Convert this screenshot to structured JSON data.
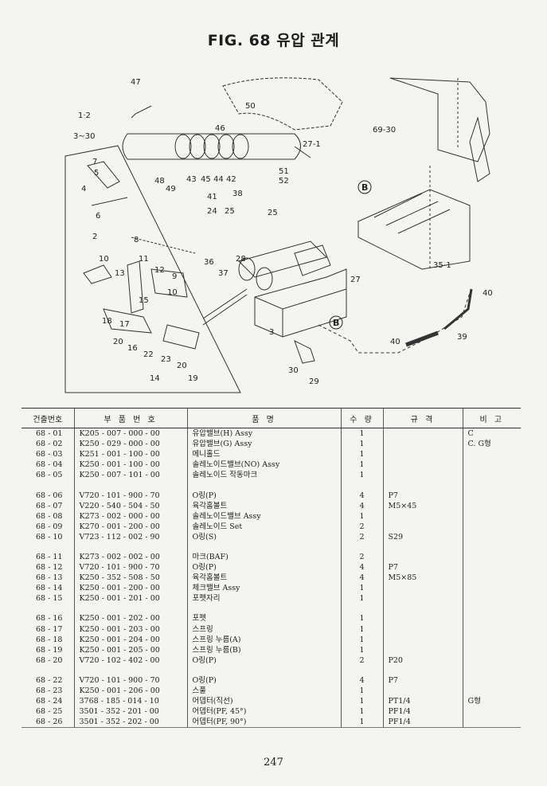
{
  "figure": {
    "title": "FIG. 68 유압 관계"
  },
  "callouts": {
    "c47": "47",
    "c12": "1·2",
    "c330": "3~30",
    "c50": "50",
    "c46": "46",
    "c6930": "69-30",
    "c271": "27-1",
    "c48": "48",
    "c49": "49",
    "c43": "43",
    "c45": "45",
    "c44": "44",
    "c42": "42",
    "c51": "51",
    "c52": "52",
    "c41": "41",
    "c38": "38",
    "c24": "24",
    "c25a": "25",
    "c25b": "25",
    "c36": "36",
    "c28": "28",
    "c37": "37",
    "c27": "27",
    "c351": "35-1",
    "c40a": "40",
    "c40b": "40",
    "c39": "39",
    "c3": "3",
    "c30": "30",
    "c29": "29",
    "cB1": "B",
    "cB2": "B",
    "c7": "7",
    "c5": "5",
    "c4": "4",
    "c6": "6",
    "c8": "8",
    "c10": "10",
    "c11": "11",
    "c13": "13",
    "c12b": "12",
    "c9": "9",
    "c15": "15",
    "c10b": "10",
    "c18": "18",
    "c17": "17",
    "c20": "20",
    "c16": "16",
    "c22": "22",
    "c23": "23",
    "c20b": "20",
    "c14": "14",
    "c19": "19",
    "c2": "2"
  },
  "table": {
    "headers": {
      "no": "건출번호",
      "part_no": "부 품 번 호",
      "name": "품 명",
      "qty": "수 량",
      "spec": "규 격",
      "remark": "비 고"
    },
    "groups": [
      [
        {
          "no": "68 - 01",
          "part": "K205 - 007 - 000 - 00",
          "name": "유압밸브(H) Assy",
          "qty": "1",
          "spec": "",
          "remark": "C"
        },
        {
          "no": "68 - 02",
          "part": "K250 - 029 - 000 - 00",
          "name": "유압밸브(G) Assy",
          "qty": "1",
          "spec": "",
          "remark": "C. G형"
        },
        {
          "no": "68 - 03",
          "part": "K251 - 001 - 100 - 00",
          "name": "메니홀드",
          "qty": "1",
          "spec": "",
          "remark": ""
        },
        {
          "no": "68 - 04",
          "part": "K250 - 001 - 100 - 00",
          "name": "솔레노이드밸브(NO) Assy",
          "qty": "1",
          "spec": "",
          "remark": ""
        },
        {
          "no": "68 - 05",
          "part": "K250 - 007 - 101 - 00",
          "name": "솔레노이드 작동마크",
          "qty": "1",
          "spec": "",
          "remark": ""
        }
      ],
      [
        {
          "no": "68 - 06",
          "part": "V720 - 101 - 900 - 70",
          "name": "O링(P)",
          "qty": "4",
          "spec": "P7",
          "remark": ""
        },
        {
          "no": "68 - 07",
          "part": "V220 - 540 - 504 - 50",
          "name": "육각홈볼트",
          "qty": "4",
          "spec": "M5×45",
          "remark": ""
        },
        {
          "no": "68 - 08",
          "part": "K273 - 002 - 000 - 00",
          "name": "솔레노이드밸브 Assy",
          "qty": "1",
          "spec": "",
          "remark": ""
        },
        {
          "no": "68 - 09",
          "part": "K270 - 001 - 200 - 00",
          "name": "솔레노이드 Set",
          "qty": "2",
          "spec": "",
          "remark": ""
        },
        {
          "no": "68 - 10",
          "part": "V723 - 112 - 002 - 90",
          "name": "O링(S)",
          "qty": "2",
          "spec": "S29",
          "remark": ""
        }
      ],
      [
        {
          "no": "68 - 11",
          "part": "K273 - 002 - 002 - 00",
          "name": "마크(BAF)",
          "qty": "2",
          "spec": "",
          "remark": ""
        },
        {
          "no": "68 - 12",
          "part": "V720 - 101 - 900 - 70",
          "name": "O링(P)",
          "qty": "4",
          "spec": "P7",
          "remark": ""
        },
        {
          "no": "68 - 13",
          "part": "K250 - 352 - 508 - 50",
          "name": "육각홈볼트",
          "qty": "4",
          "spec": "M5×85",
          "remark": ""
        },
        {
          "no": "68 - 14",
          "part": "K250 - 001 - 200 - 00",
          "name": "체크밸브 Assy",
          "qty": "1",
          "spec": "",
          "remark": ""
        },
        {
          "no": "68 - 15",
          "part": "K250 - 001 - 201 - 00",
          "name": "포펫자리",
          "qty": "1",
          "spec": "",
          "remark": ""
        }
      ],
      [
        {
          "no": "68 - 16",
          "part": "K250 - 001 - 202 - 00",
          "name": "포펫",
          "qty": "1",
          "spec": "",
          "remark": ""
        },
        {
          "no": "68 - 17",
          "part": "K250 - 001 - 203 - 00",
          "name": "스프링",
          "qty": "1",
          "spec": "",
          "remark": ""
        },
        {
          "no": "68 - 18",
          "part": "K250 - 001 - 204 - 00",
          "name": "스프링 누름(A)",
          "qty": "1",
          "spec": "",
          "remark": ""
        },
        {
          "no": "68 - 19",
          "part": "K250 - 001 - 205 - 00",
          "name": "스프링 누름(B)",
          "qty": "1",
          "spec": "",
          "remark": ""
        },
        {
          "no": "68 - 20",
          "part": "V720 - 102 - 402 - 00",
          "name": "O링(P)",
          "qty": "2",
          "spec": "P20",
          "remark": ""
        }
      ],
      [
        {
          "no": "68 - 22",
          "part": "V720 - 101 - 900 - 70",
          "name": "O링(P)",
          "qty": "4",
          "spec": "P7",
          "remark": ""
        },
        {
          "no": "68 - 23",
          "part": "K250 - 001 - 206 - 00",
          "name": "스풀",
          "qty": "1",
          "spec": "",
          "remark": ""
        },
        {
          "no": "68 - 24",
          "part": "3768 - 185 - 014 - 10",
          "name": "어뎁터(직선)",
          "qty": "1",
          "spec": "PT1/4",
          "remark": "G형"
        },
        {
          "no": "68 - 25",
          "part": "3501 - 352 - 201 - 00",
          "name": "어뎁터(PF, 45°)",
          "qty": "1",
          "spec": "PF1/4",
          "remark": ""
        },
        {
          "no": "68 - 26",
          "part": "3501 - 352 - 202 - 00",
          "name": "어뎁터(PF, 90°)",
          "qty": "1",
          "spec": "PF1/4",
          "remark": ""
        }
      ]
    ]
  },
  "page": {
    "number": "247"
  }
}
